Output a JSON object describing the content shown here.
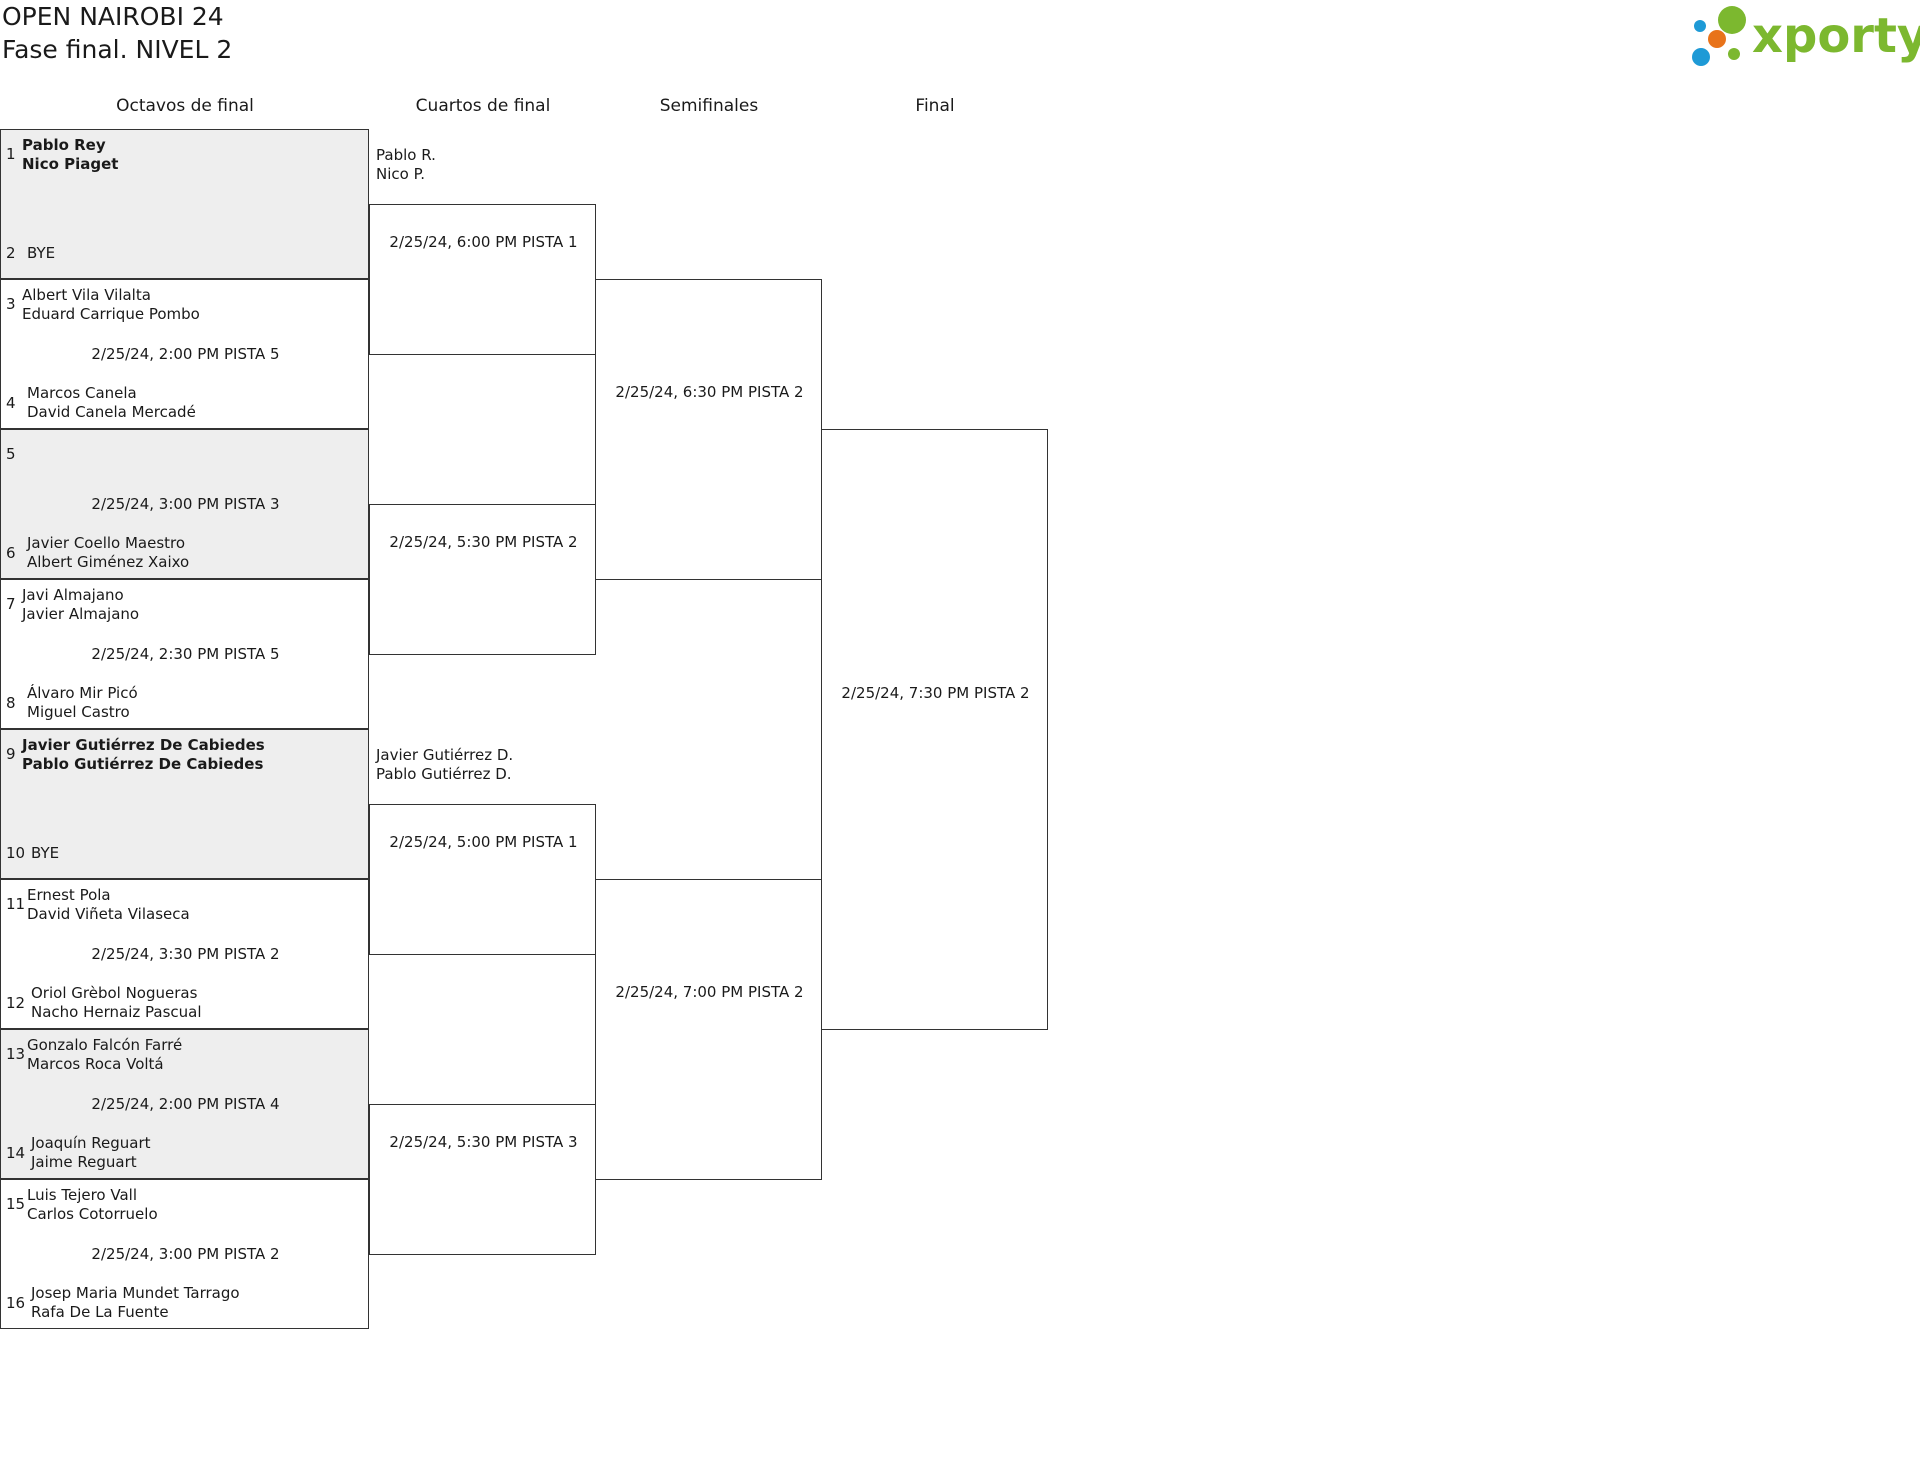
{
  "header": {
    "title_line1": "OPEN NAIROBI 24",
    "title_line2": "Fase final. NIVEL 2",
    "logo_text": "xporty",
    "logo_colors": {
      "green": "#7cb82f",
      "orange": "#e8731a",
      "blue": "#1e9ad6"
    }
  },
  "rounds": [
    "Octavos de final",
    "Cuartos de final",
    "Semifinales",
    "Final"
  ],
  "r16": [
    {
      "shade": true,
      "seed_a": "1",
      "team_a": [
        "Pablo Rey",
        "Nico Piaget"
      ],
      "bold_a": true,
      "seed_b": "2",
      "team_b": [
        "BYE"
      ],
      "match": ""
    },
    {
      "shade": false,
      "seed_a": "3",
      "team_a": [
        "Albert Vila Vilalta",
        "Eduard Carrique Pombo"
      ],
      "seed_b": "4",
      "team_b": [
        "Marcos Canela",
        "David Canela Mercadé"
      ],
      "match": "2/25/24, 2:00 PM PISTA 5"
    },
    {
      "shade": true,
      "seed_a": "5",
      "team_a": [],
      "seed_b": "6",
      "team_b": [
        "Javier Coello Maestro",
        "Albert Giménez Xaixo"
      ],
      "match": "2/25/24, 3:00 PM PISTA 3"
    },
    {
      "shade": false,
      "seed_a": "7",
      "team_a": [
        "Javi Almajano",
        "Javier Almajano"
      ],
      "seed_b": "8",
      "team_b": [
        "Álvaro Mir Picó",
        "Miguel Castro"
      ],
      "match": "2/25/24, 2:30 PM PISTA 5"
    },
    {
      "shade": true,
      "seed_a": "9",
      "team_a": [
        "Javier Gutiérrez De Cabiedes",
        "Pablo Gutiérrez De Cabiedes"
      ],
      "bold_a": true,
      "seed_b": "10",
      "team_b": [
        "BYE"
      ],
      "match": ""
    },
    {
      "shade": false,
      "seed_a": "11",
      "team_a": [
        "Ernest Pola",
        "David Viñeta Vilaseca"
      ],
      "seed_b": "12",
      "team_b": [
        "Oriol Grèbol Nogueras",
        "Nacho Hernaiz Pascual"
      ],
      "match": "2/25/24, 3:30 PM PISTA 2"
    },
    {
      "shade": true,
      "seed_a": "13",
      "team_a": [
        "Gonzalo Falcón Farré",
        "Marcos Roca Voltá"
      ],
      "seed_b": "14",
      "team_b": [
        "Joaquín Reguart",
        "Jaime Reguart"
      ],
      "match": "2/25/24, 2:00 PM PISTA 4"
    },
    {
      "shade": false,
      "seed_a": "15",
      "team_a": [
        "Luis Tejero Vall",
        "Carlos Cotorruelo"
      ],
      "seed_b": "16",
      "team_b": [
        "Josep Maria Mundet Tarrago",
        "Rafa De La Fuente"
      ],
      "match": "2/25/24, 3:00 PM PISTA 2"
    }
  ],
  "quarters": [
    {
      "advanced": [
        "Pablo R.",
        "Nico P."
      ],
      "match": "2/25/24, 6:00 PM PISTA 1"
    },
    {
      "advanced": [],
      "match": "2/25/24, 5:30 PM PISTA 2"
    },
    {
      "advanced": [
        "Javier Gutiérrez D.",
        "Pablo Gutiérrez D."
      ],
      "match": "2/25/24, 5:00 PM PISTA 1"
    },
    {
      "advanced": [],
      "match": "2/25/24, 5:30 PM PISTA 3"
    }
  ],
  "semis": [
    {
      "match": "2/25/24, 6:30 PM PISTA 2"
    },
    {
      "match": "2/25/24, 7:00 PM PISTA 2"
    }
  ],
  "final": {
    "match": "2/25/24, 7:30 PM PISTA 2"
  }
}
